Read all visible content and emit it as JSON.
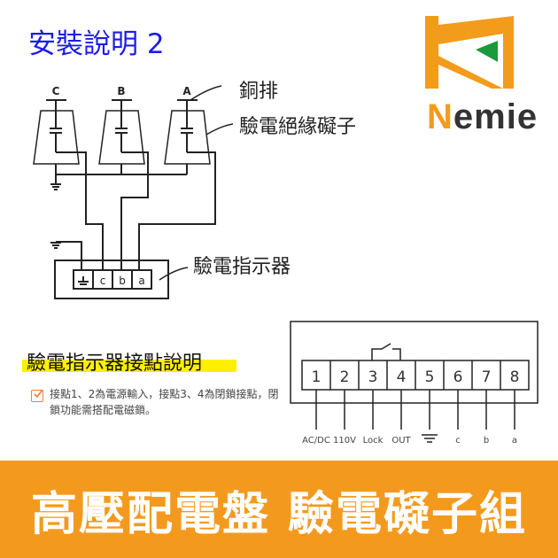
{
  "title": "安裝說明 2",
  "brand": {
    "first": "N",
    "rest": "emie",
    "colors": {
      "orange": "#f39b1b",
      "green": "#1a9a3c",
      "dark": "#333333"
    }
  },
  "wiring": {
    "phases": [
      "C",
      "B",
      "A"
    ],
    "labels": {
      "busbar": "銅排",
      "insulator": "驗電絕緣礙子",
      "indicator": "驗電指示器"
    },
    "terminals": [
      "c",
      "b",
      "a"
    ]
  },
  "terminal_block": {
    "numbers": [
      "1",
      "2",
      "3",
      "4",
      "5",
      "6",
      "7",
      "8"
    ],
    "labels": [
      "AC/DC",
      "110V",
      "Lock",
      "OUT",
      "c",
      "b",
      "a"
    ]
  },
  "section": {
    "heading": "驗電指示器接點說明",
    "note": "接點1、2為電源輸入，接點3、4為閉鎖接點，閉鎖功能需搭配電磁鎖。"
  },
  "banner": "高壓配電盤 驗電礙子組",
  "colors": {
    "banner": "#f39a1e",
    "title": "#1c1ce6",
    "highlight": "#ffef00"
  }
}
